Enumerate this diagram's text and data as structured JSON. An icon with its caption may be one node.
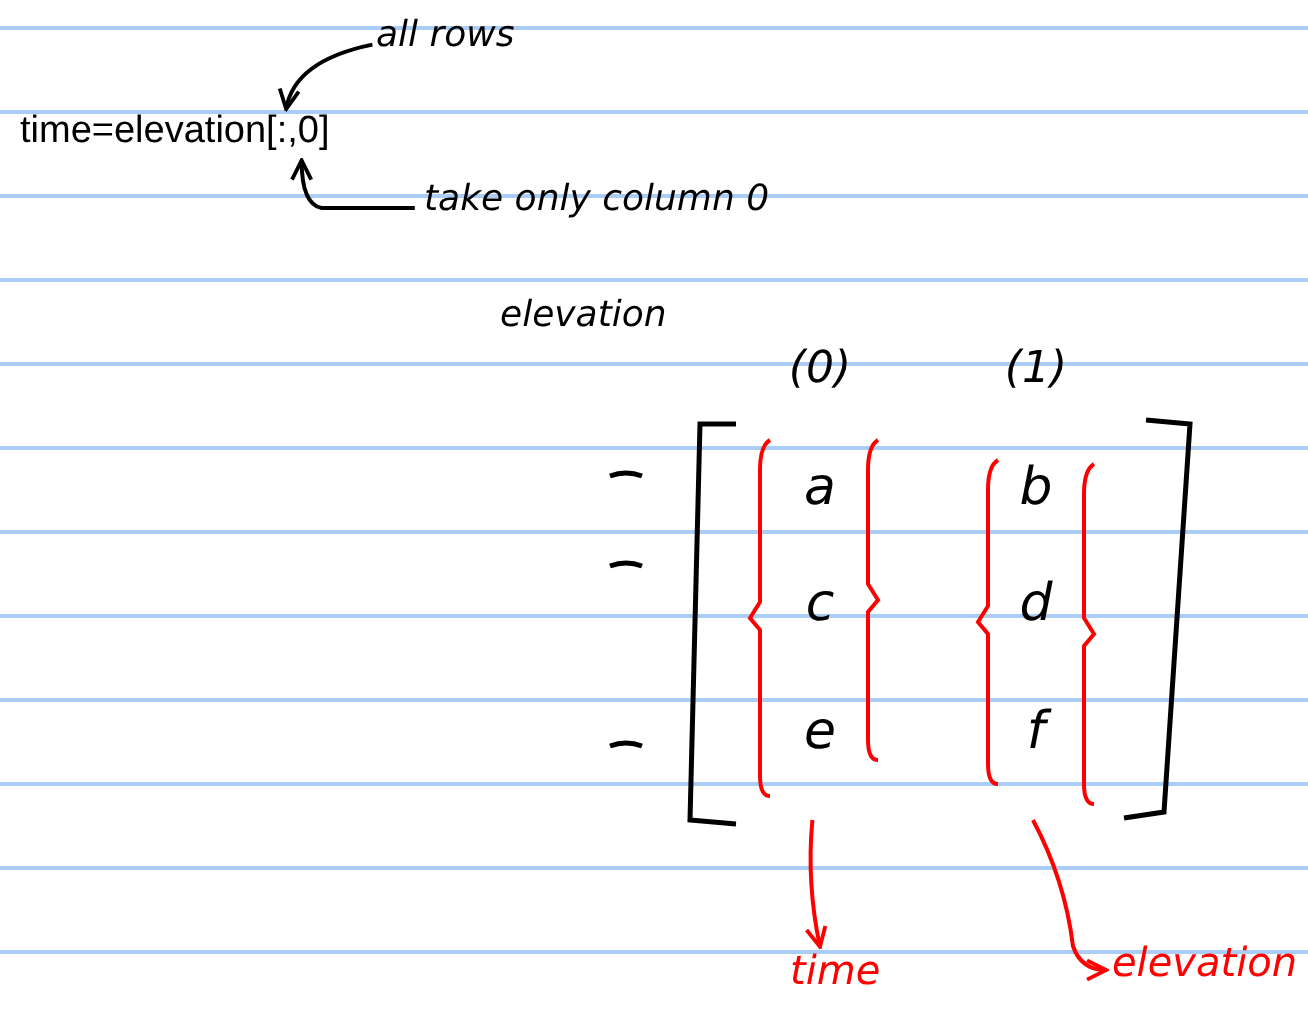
{
  "diagram": {
    "nodes": [
      {
        "text": [
          "time=elevation[:,0]"
        ]
      },
      {
        "text": [
          "all rows"
        ]
      },
      {
        "text": [
          "take only column 0"
        ]
      },
      {
        "text": [
          "elevation"
        ]
      },
      {
        "text": [
          "(0)",
          "a",
          "c",
          "e"
        ],
        "in": 3
      },
      {
        "text": [
          "(1)",
          "b",
          "d",
          "f"
        ],
        "in": 3
      },
      {
        "text": [
          "time"
        ]
      },
      {
        "text": [
          "elevation"
        ]
      }
    ],
    "edges": [
      {
        "from": 1,
        "to": 0,
        "arrow": "to"
      },
      {
        "from": 2,
        "to": 0,
        "arrow": "to"
      },
      {
        "from": 4,
        "to": 6,
        "arrow": "to",
        "color": "#ff0000"
      },
      {
        "from": 5,
        "to": 7,
        "arrow": "to",
        "color": "#ff0000"
      }
    ]
  }
}
